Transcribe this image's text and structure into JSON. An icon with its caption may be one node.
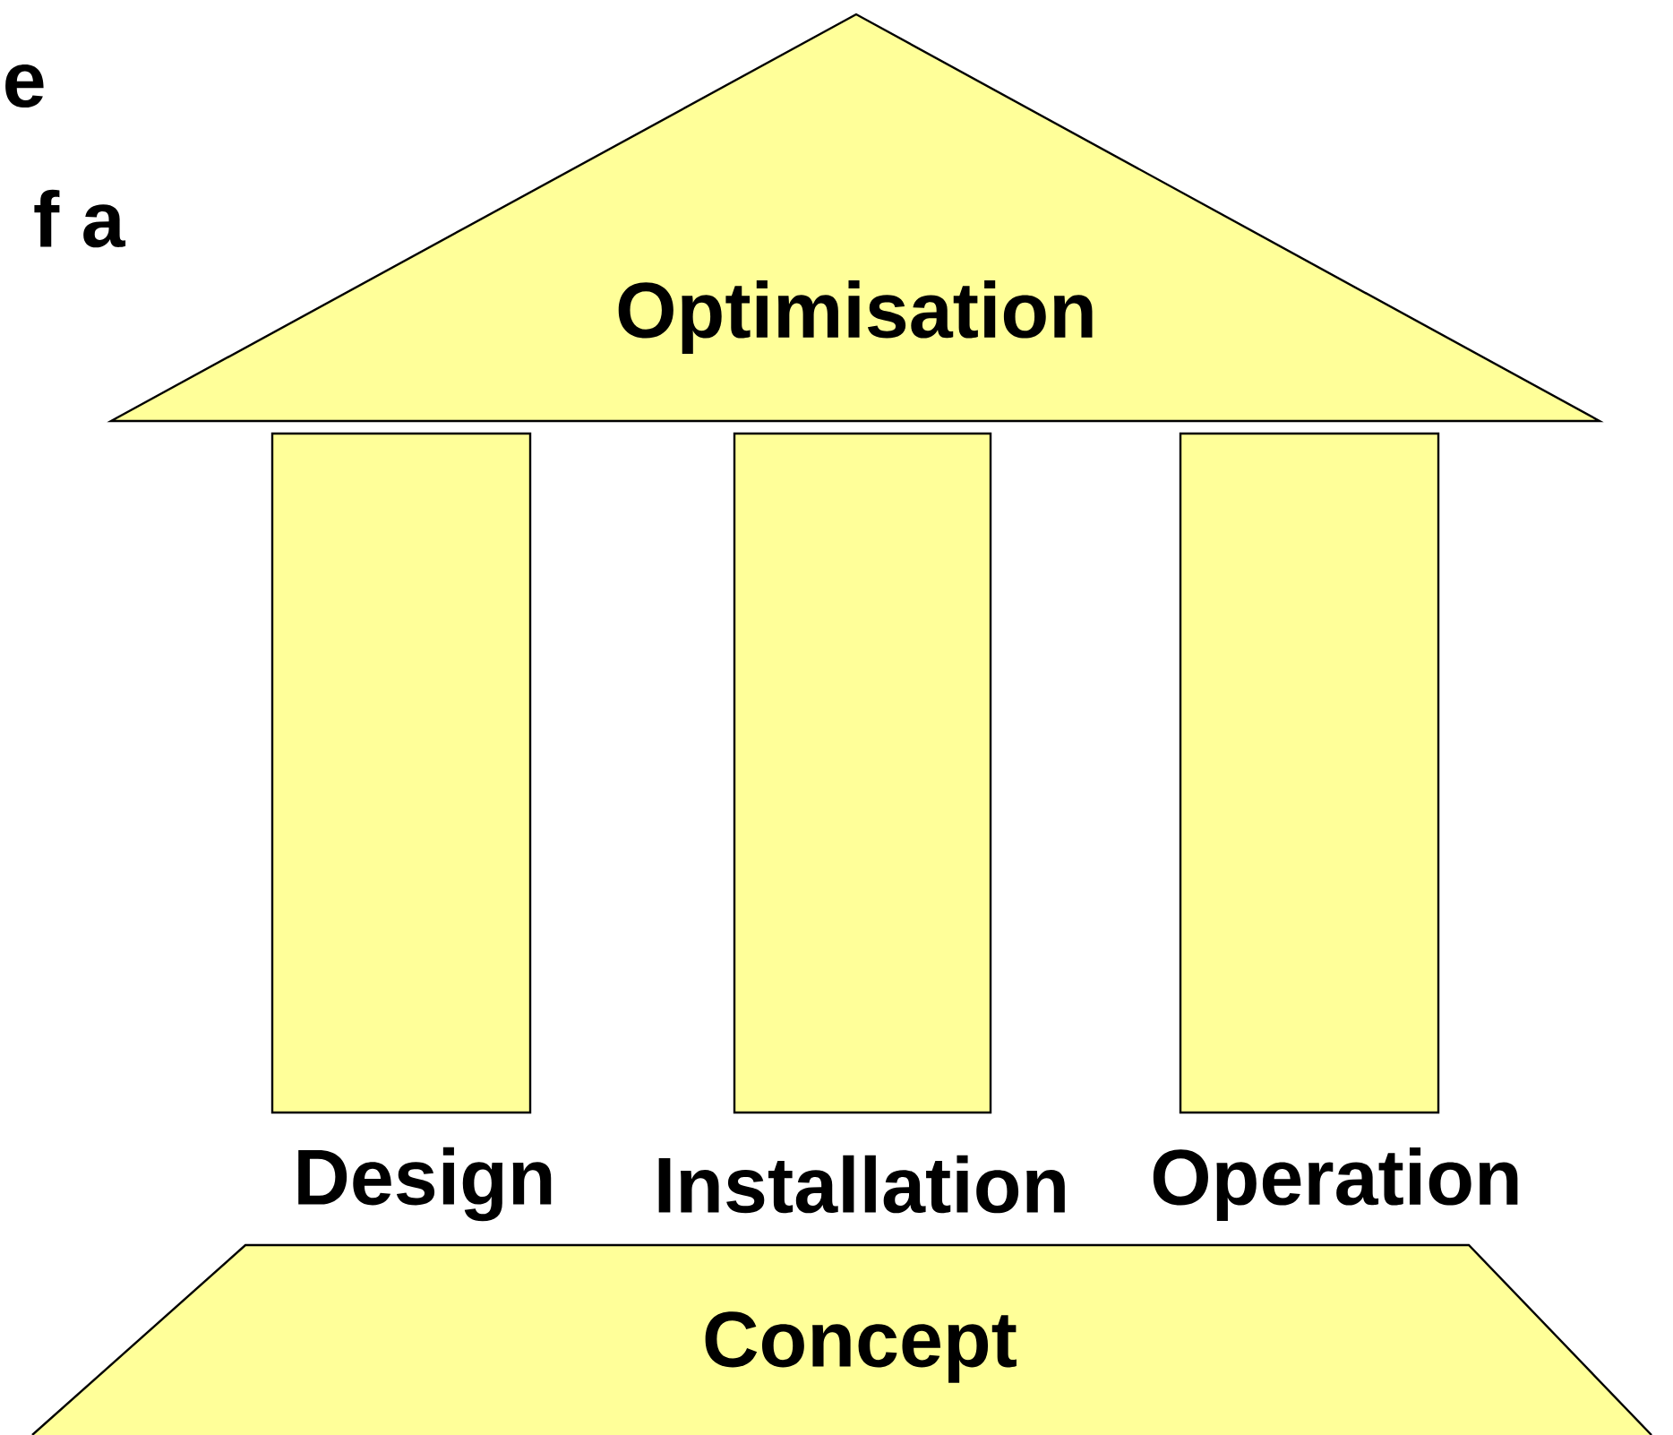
{
  "diagram": {
    "nodes": [
      {
        "text": [
          "Optimisation"
        ]
      },
      {
        "text": [
          "Design"
        ]
      },
      {
        "text": [
          "Installation"
        ]
      },
      {
        "text": [
          "Operation"
        ]
      },
      {
        "text": [
          "Concept"
        ]
      }
    ],
    "labels": [
      "e",
      "f a"
    ]
  }
}
